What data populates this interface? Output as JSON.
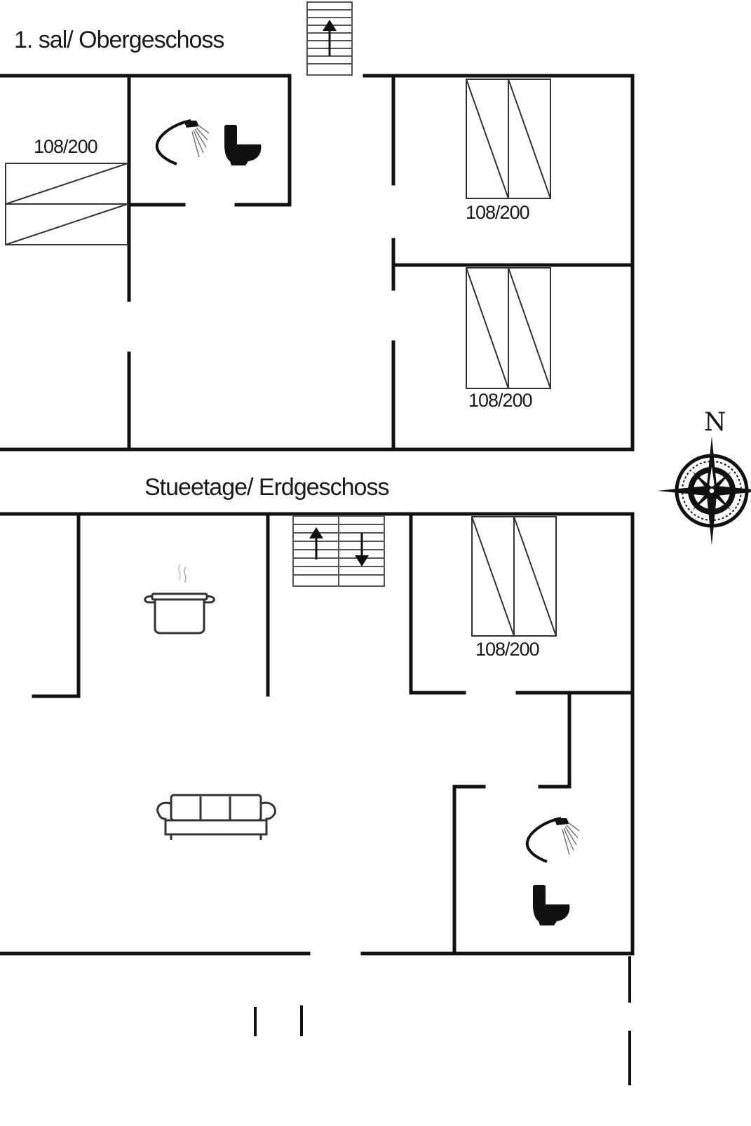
{
  "floors": {
    "upper": {
      "title": "1. sal/ Obergeschoss"
    },
    "ground": {
      "title": "Stueetage/ Erdgeschoss"
    }
  },
  "beds": {
    "upper_left": "108/200",
    "upper_right_top": "108/200",
    "upper_right_bottom": "108/200",
    "ground_right": "108/200"
  },
  "compass": {
    "north": "N"
  },
  "icons": {
    "shower": "shower-icon",
    "toilet": "toilet-icon",
    "pot": "cooking-pot-icon",
    "sofa": "sofa-icon",
    "stairs": "stairs-icon",
    "compass": "compass-rose-icon"
  },
  "colors": {
    "wall": "#111111",
    "line": "#333333",
    "background": "#ffffff"
  }
}
